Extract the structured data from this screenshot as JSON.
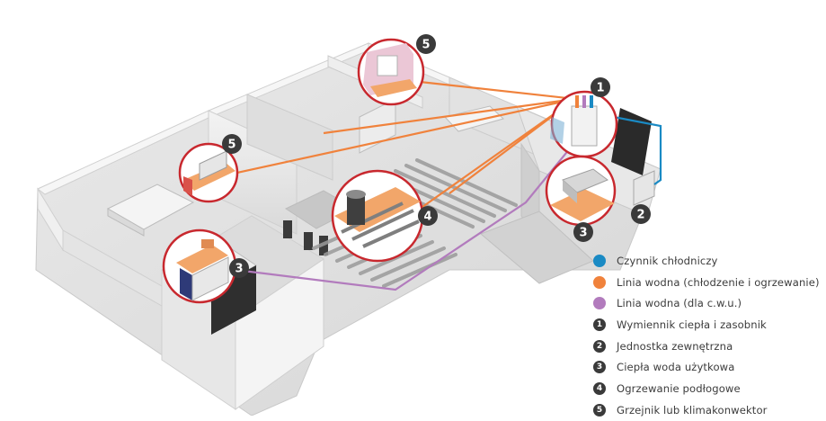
{
  "legend": {
    "lines": [
      {
        "label": "Czynnik chłodniczy",
        "color": "#1a8ac4"
      },
      {
        "label": "Linia wodna (chłodzenie i ogrzewanie)",
        "color": "#f0823c"
      },
      {
        "label": "Linia wodna (dla c.w.u.)",
        "color": "#b27bbd"
      }
    ],
    "components": [
      {
        "num": "1",
        "label": "Wymiennik ciepła i zasobnik"
      },
      {
        "num": "2",
        "label": "Jednostka zewnętrzna"
      },
      {
        "num": "3",
        "label": "Ciepła woda użytkowa"
      },
      {
        "num": "4",
        "label": "Ogrzewanie podłogowe"
      },
      {
        "num": "5",
        "label": "Grzejnik lub klimakonwektor"
      }
    ]
  },
  "badges": {
    "heat_exchanger": "1",
    "outdoor_unit": "2",
    "dhw_bathroom": "3",
    "dhw_kitchen": "3",
    "floor_heating": "4",
    "radiator_top": "5",
    "radiator_bedroom": "5"
  },
  "colors": {
    "refrigerant": "#1a8ac4",
    "water_line": "#f0823c",
    "dhw_line": "#b27bbd",
    "highlight_ring": "#c8282e",
    "badge": "#3a3a3a"
  }
}
